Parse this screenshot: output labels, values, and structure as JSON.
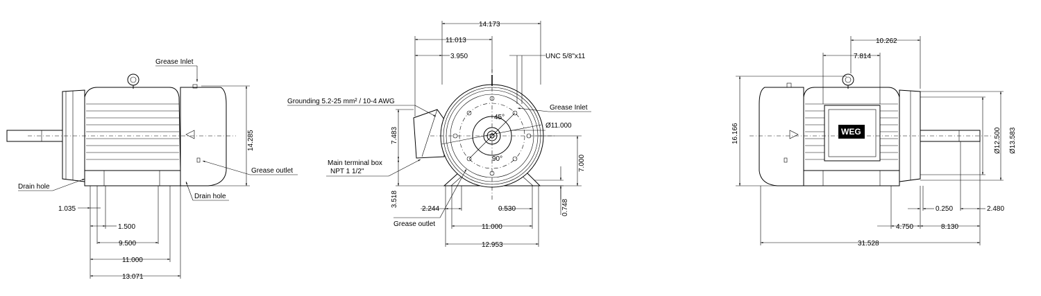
{
  "left_view": {
    "labels": {
      "grease_inlet": "Grease Inlet",
      "grease_outlet": "Grease outlet",
      "drain_hole_left": "Drain hole",
      "drain_hole_right": "Drain hole"
    },
    "dims": {
      "height": "14.285",
      "d1035": "1.035",
      "d1500": "1.500",
      "d9500": "9.500",
      "d11000": "11.000",
      "d13071": "13.071"
    }
  },
  "center_view": {
    "labels": {
      "grounding": "Grounding 5.2-25 mm² / 10-4 AWG",
      "terminal_box_1": "Main terminal box",
      "terminal_box_2": "NPT 1 1/2\"",
      "grease_outlet": "Grease outlet",
      "grease_inlet": "Grease Inlet",
      "unc": "UNC 5/8\"x11",
      "angle45": "45°",
      "angle90": "90°"
    },
    "dims": {
      "d14173": "14.173",
      "d11013": "11.013",
      "d3950": "3.950",
      "dia11000": "Ø11.000",
      "d7483": "7.483",
      "d7000": "7.000",
      "d3518": "3.518",
      "d2244": "2.244",
      "d0530": "0.530",
      "d0748": "0.748",
      "d11000b": "11.000",
      "d12953": "12.953"
    }
  },
  "right_view": {
    "logo_text": "WEG",
    "dims": {
      "d10262": "10.262",
      "d7814": "7.814",
      "d16166": "16.166",
      "dia12500": "Ø12.500",
      "dia13583": "Ø13.583",
      "d0250": "0.250",
      "d2480": "2.480",
      "d4750": "4.750",
      "d8130": "8.130",
      "d31528": "31.528"
    }
  }
}
